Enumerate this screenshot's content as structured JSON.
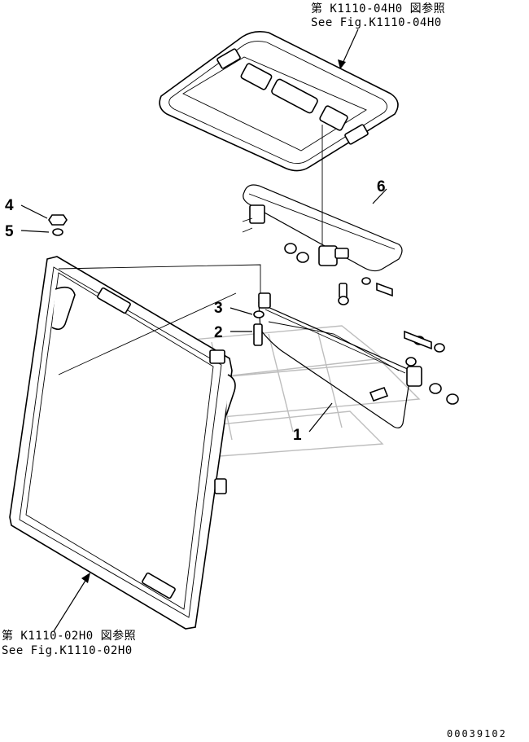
{
  "references": {
    "top_line1": "第 K1110-04H0 図参照",
    "top_line2": "See Fig.K1110-04H0",
    "bottom_line1": "第 K1110-02H0 図参照",
    "bottom_line2": "See Fig.K1110-02H0"
  },
  "callouts": [
    "1",
    "2",
    "3",
    "4",
    "5",
    "6"
  ],
  "drawing_code": "00039102"
}
